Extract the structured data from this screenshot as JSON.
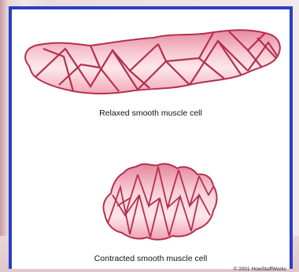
{
  "captions": {
    "relaxed": "Relaxed smooth muscle cell",
    "contracted": "Contracted smooth muscle cell",
    "copyright": "© 2001 HowStuffWorks"
  },
  "colors": {
    "frame": "#2a3ec4",
    "cell_light": "#fbe1e7",
    "cell_mid": "#f2a8b8",
    "cell_dark": "#e07d95",
    "filament": "#b3304f"
  }
}
